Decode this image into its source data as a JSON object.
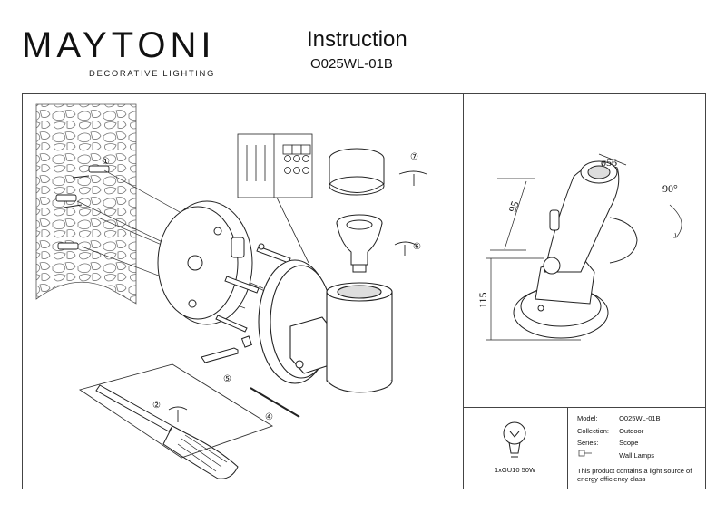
{
  "brand": {
    "name": "MAYTONI",
    "tagline": "DECORATIVE LIGHTING"
  },
  "header": {
    "title": "Instruction",
    "model": "O025WL-01B"
  },
  "dimensions": {
    "diameter": "ø56",
    "length": "95",
    "height": "115",
    "angle": "90°"
  },
  "steps": [
    "①",
    "②",
    "④",
    "⑤",
    "⑥",
    "⑦"
  ],
  "lamp": {
    "spec": "1xGU10 50W"
  },
  "specs": {
    "model_key": "Model:",
    "model_val": "O025WL-01B",
    "collection_key": "Collection:",
    "collection_val": "Outdoor",
    "series_key": "Series:",
    "series_val": "Scope",
    "type_val": "Wall Lamps",
    "note": "This product contains a light source of energy efficiency class"
  }
}
